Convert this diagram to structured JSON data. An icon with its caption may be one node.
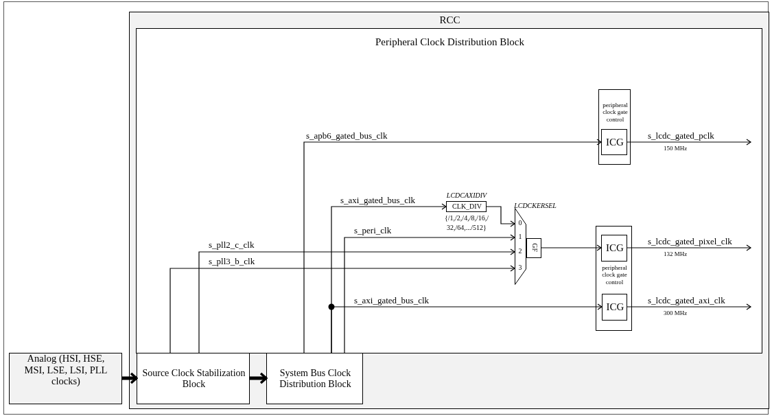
{
  "diagram": {
    "nodes": [
      {
        "text": [
          "RCC"
        ]
      },
      {
        "text": [
          "Peripheral Clock Distribution Block"
        ],
        "in": 0
      },
      {
        "text": [
          "Analog (HSI, HSE, MSI, LSE, LSI, PLL clocks)"
        ]
      },
      {
        "text": [
          "Source Clock Stabilization Block"
        ],
        "in": 0
      },
      {
        "text": [
          "System Bus Clock Distribution Block"
        ],
        "in": 0
      },
      {
        "text": [
          "peripheral clock gate control"
        ],
        "in": 1
      },
      {
        "text": [
          "ICG"
        ],
        "in": 5
      },
      {
        "text": [
          "CLK_DIV"
        ],
        "in": 1,
        "beside": [
          "LCDCAXIDIV",
          "{/1,/2,/4,/8,/16,/ 32,/64,.../512}"
        ]
      },
      {
        "text": [
          "0",
          "1",
          "2",
          "3"
        ],
        "in": 1,
        "beside": [
          "LCDCKERSEL"
        ]
      },
      {
        "text": [
          "GF"
        ],
        "in": 1
      },
      {
        "text": [
          "peripheral clock gate control"
        ],
        "in": 1
      },
      {
        "text": [
          "ICG"
        ],
        "in": 10
      },
      {
        "text": [
          "ICG"
        ],
        "in": 10
      }
    ],
    "edges": [
      {
        "from": 2,
        "to": 3,
        "arrow": "to",
        "style": "thick"
      },
      {
        "from": 3,
        "to": 4,
        "arrow": "to",
        "style": "thick"
      },
      {
        "from": 4,
        "to": 6,
        "arrow": "to",
        "label": "s_apb6_gated_bus_clk"
      },
      {
        "from": 4,
        "to": 7,
        "arrow": "to",
        "label": "s_axi_gated_bus_clk"
      },
      {
        "from": 4,
        "to": 12,
        "arrow": "to",
        "label": "s_axi_gated_bus_clk"
      },
      {
        "from": 4,
        "to": 8,
        "arrow": "to",
        "label": "s_peri_clk"
      },
      {
        "from": 3,
        "to": 8,
        "arrow": "to",
        "label": "s_pll2_c_clk"
      },
      {
        "from": 3,
        "to": 8,
        "arrow": "to",
        "label": "s_pll3_b_clk"
      },
      {
        "from": 7,
        "to": 8,
        "arrow": "to"
      },
      {
        "from": 9,
        "to": 11,
        "arrow": "to"
      },
      {
        "from": 6,
        "to": null,
        "arrow": "to",
        "label": "s_lcdc_gated_pclk"
      },
      {
        "from": 11,
        "to": null,
        "arrow": "to",
        "label": "s_lcdc_gated_pixel_clk"
      },
      {
        "from": 12,
        "to": null,
        "arrow": "to",
        "label": "s_lcdc_gated_axi_clk"
      }
    ],
    "labels": [
      "150 MHz",
      "132 MHz",
      "300 MHz"
    ]
  }
}
